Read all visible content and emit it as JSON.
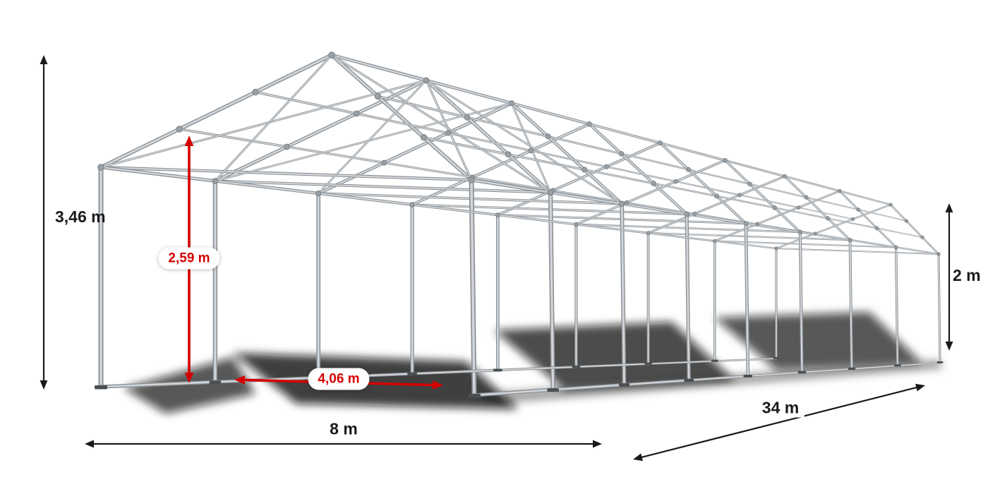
{
  "diagram": {
    "title": "tent-frame-dimension-diagram",
    "dimensions": {
      "total_height": "3,46 m",
      "inner_height": "2,59 m",
      "bay_spacing": "4,06 m",
      "side_height": "2 m",
      "width": "8 m",
      "length": "34 m"
    },
    "colors": {
      "dimension_red": "#d40000",
      "dimension_black": "#1a1a1a",
      "tube_base": "#8a9094",
      "tube_highlight": "#d2d6da",
      "connector": "#9aa1a6",
      "connector_edge": "#767d82",
      "foot_plate": "#4a4f53",
      "shadow": "#0b0b0b",
      "background": "#ffffff"
    },
    "structure": {
      "frame_count": 9,
      "bay_count": 8
    }
  }
}
